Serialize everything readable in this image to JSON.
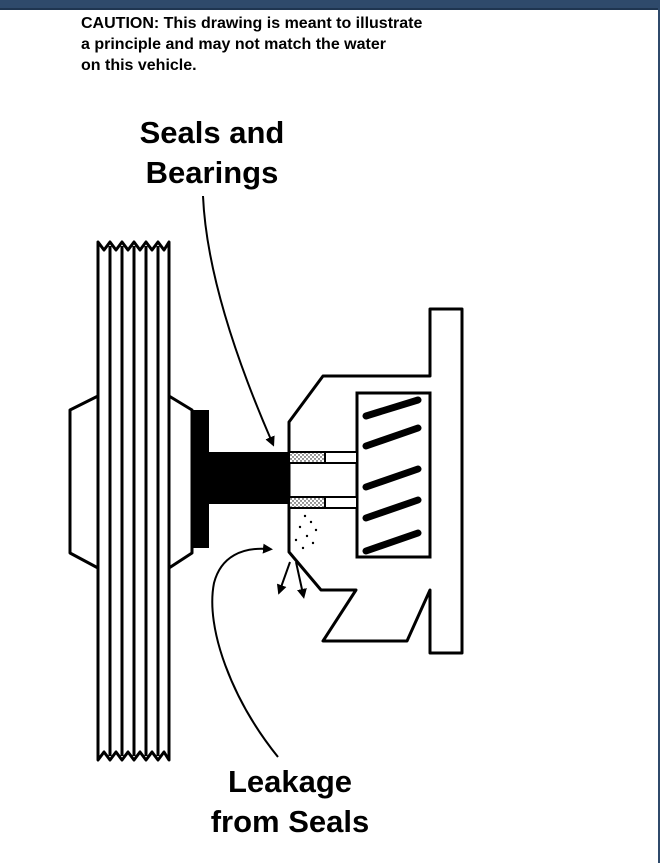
{
  "caution": {
    "lines": [
      "CAUTION:  This drawing is meant to illustrate",
      "a principle and may not match the water",
      "on this vehicle."
    ]
  },
  "labels": {
    "seals_and_bearings": [
      "Seals and",
      "Bearings"
    ],
    "leakage_from_seals": [
      "Leakage",
      "from Seals"
    ]
  },
  "colors": {
    "frame": "#2f4a6b",
    "ink": "#000000",
    "paper": "#ffffff"
  }
}
